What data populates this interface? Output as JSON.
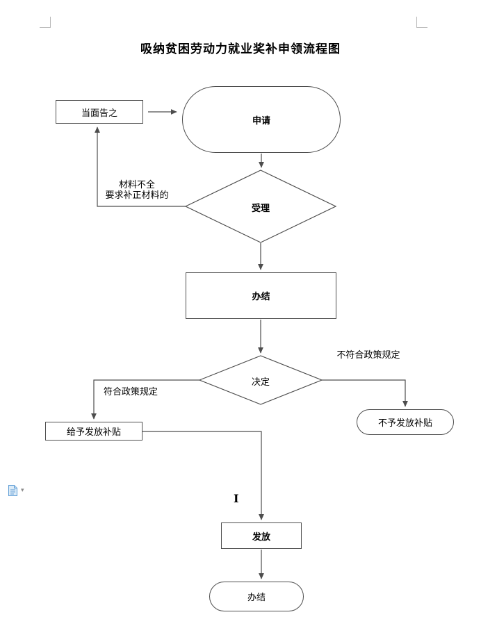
{
  "page": {
    "title": "吸纳贫困劳动力就业奖补申领流程图"
  },
  "flowchart": {
    "nodes": {
      "inform": {
        "label": "当面告之"
      },
      "apply": {
        "label": "申请"
      },
      "accept": {
        "label": "受理"
      },
      "complete_main": {
        "label": "办结"
      },
      "decide": {
        "label": "决定"
      },
      "grant": {
        "label": "给予发放补贴"
      },
      "deny": {
        "label": "不予发放补贴"
      },
      "issue": {
        "label": "发放"
      },
      "complete_final": {
        "label": "办结"
      }
    },
    "edge_labels": {
      "incomplete": "材料不全\n要求补正材料的",
      "meets_policy": "符合政策规定",
      "not_meets_policy": "不符合政策规定"
    },
    "cursor_mark": "I"
  },
  "side_widget": {
    "icon": "paste-options-icon",
    "dropdown_glyph": "▾"
  },
  "colors": {
    "line": "#4d4d4d",
    "crop_mark": "#b9b9b9",
    "icon_blue": "#5b9bd5"
  }
}
